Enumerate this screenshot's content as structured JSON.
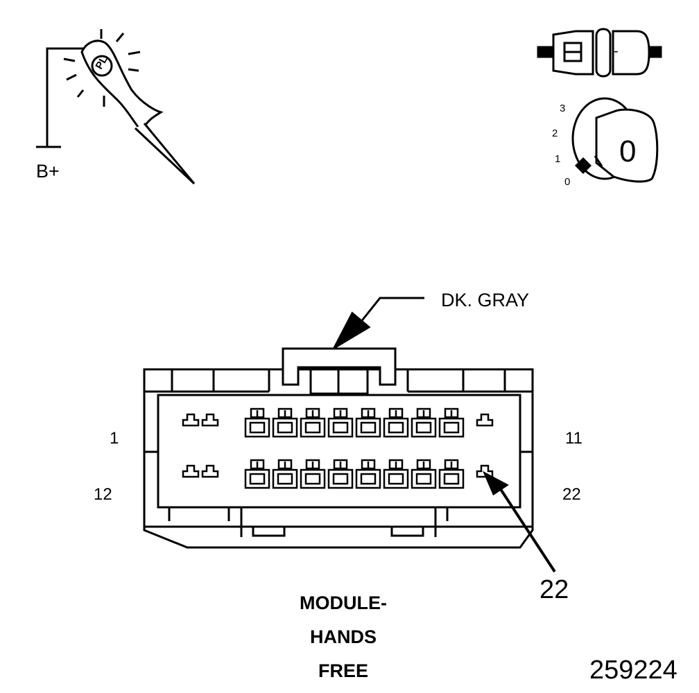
{
  "labels": {
    "voltage": "B+",
    "connector_color": "DK. GRAY",
    "pin_1": "1",
    "pin_11": "11",
    "pin_12": "12",
    "pin_22": "22",
    "callout": "22",
    "title_line1": "MODULE-",
    "title_line2": "HANDS",
    "title_line3": "FREE",
    "figure_number": "259224"
  },
  "probe": {
    "mark": "PL"
  },
  "ignition": {
    "positions": [
      "3",
      "2",
      "1",
      "0"
    ],
    "selected": "0"
  },
  "connector_symbol": {
    "glyph": "-"
  },
  "icons": [
    "test-light-probe-icon",
    "disconnect-connector-icon",
    "ignition-switch-icon"
  ],
  "colors": {
    "line": "#000000",
    "background": "#ffffff"
  }
}
